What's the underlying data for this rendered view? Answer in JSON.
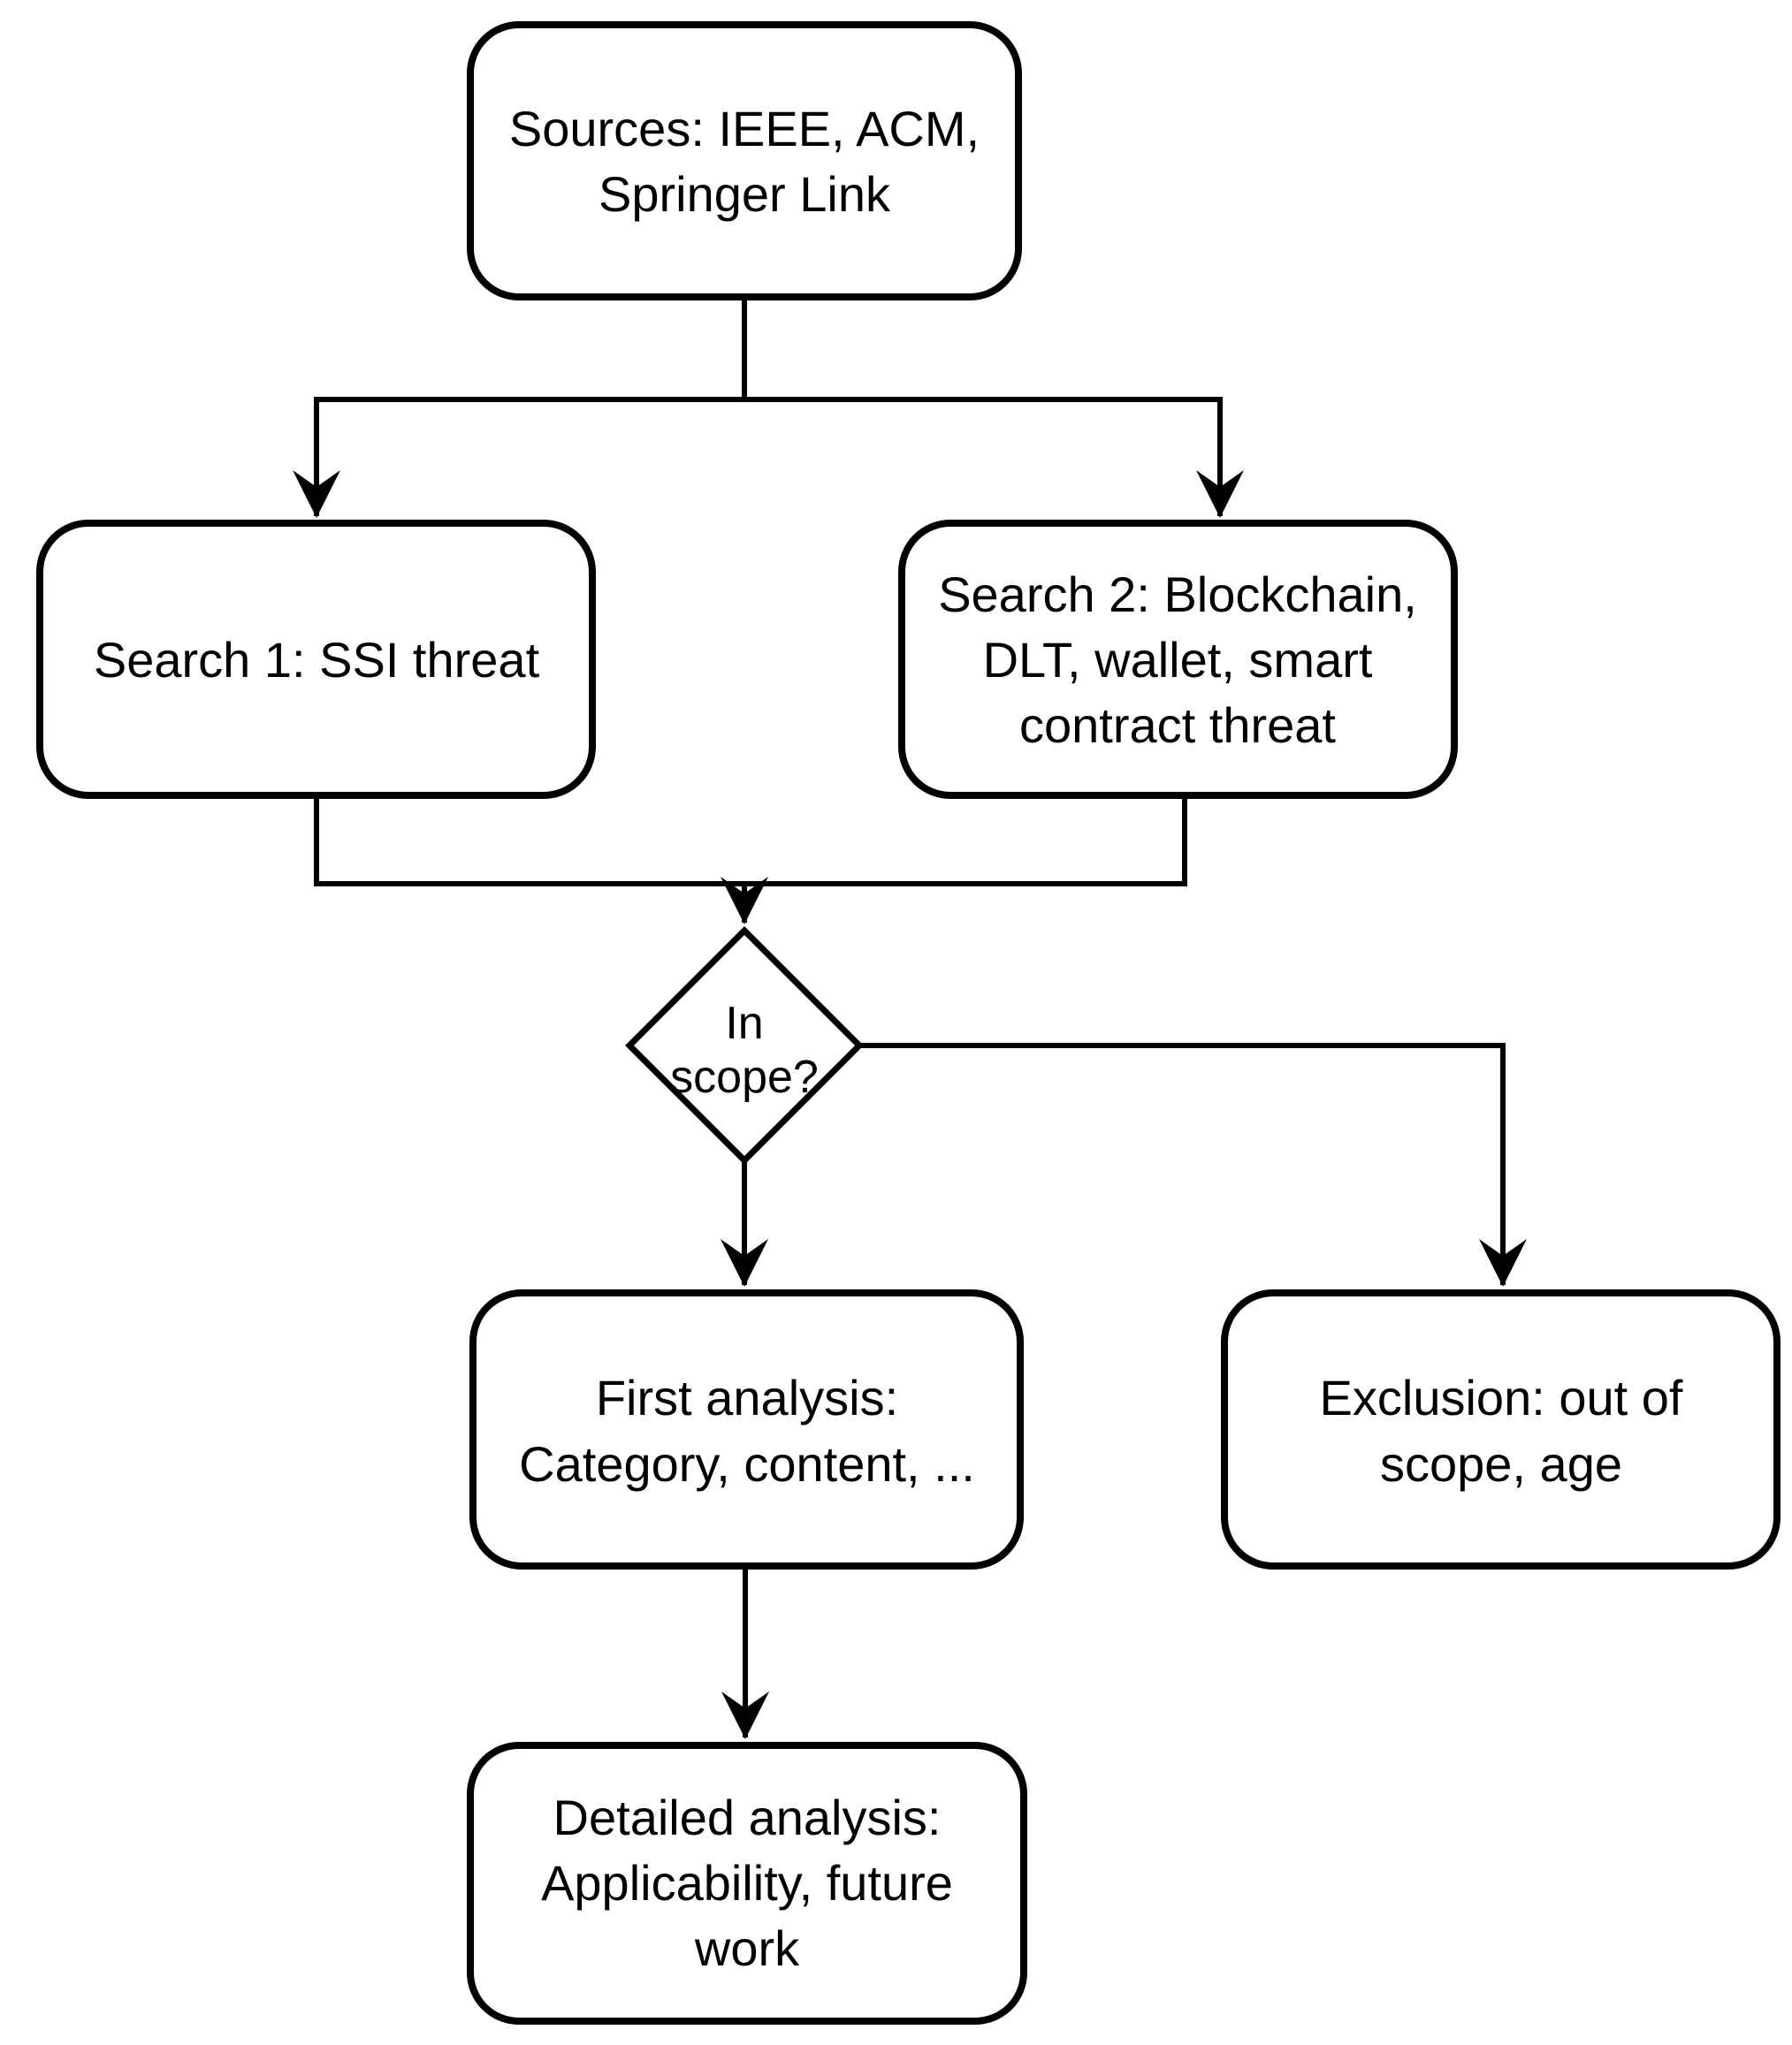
{
  "figure": {
    "type": "flowchart",
    "background_color": "#ffffff",
    "line_color": "#000000",
    "node_fill_color": "#ffffff",
    "nodes": {
      "sources": {
        "shape": "rounded-rect",
        "lines": [
          "Sources: IEEE, ACM,",
          "Springer Link"
        ]
      },
      "search1": {
        "shape": "rounded-rect",
        "lines": [
          "Search 1: SSI threat"
        ]
      },
      "search2": {
        "shape": "rounded-rect",
        "lines": [
          "Search 2: Blockchain,",
          "DLT, wallet, smart",
          "contract threat"
        ]
      },
      "in_scope": {
        "shape": "diamond",
        "lines": [
          "In",
          "scope?"
        ]
      },
      "first_analysis": {
        "shape": "rounded-rect",
        "lines": [
          "First analysis:",
          "Category, content, ..."
        ]
      },
      "exclusion": {
        "shape": "rounded-rect",
        "lines": [
          "Exclusion: out of",
          "scope, age"
        ]
      },
      "detailed_analysis": {
        "shape": "rounded-rect",
        "lines": [
          "Detailed analysis:",
          "Applicability, future",
          "work"
        ]
      }
    },
    "edges": [
      {
        "from": "sources",
        "to": "search1",
        "label": ""
      },
      {
        "from": "sources",
        "to": "search2",
        "label": ""
      },
      {
        "from": "search1",
        "to": "in_scope",
        "label": ""
      },
      {
        "from": "search2",
        "to": "in_scope",
        "label": ""
      },
      {
        "from": "in_scope",
        "to": "first_analysis",
        "label": ""
      },
      {
        "from": "in_scope",
        "to": "exclusion",
        "label": ""
      },
      {
        "from": "first_analysis",
        "to": "detailed_analysis",
        "label": ""
      }
    ]
  }
}
